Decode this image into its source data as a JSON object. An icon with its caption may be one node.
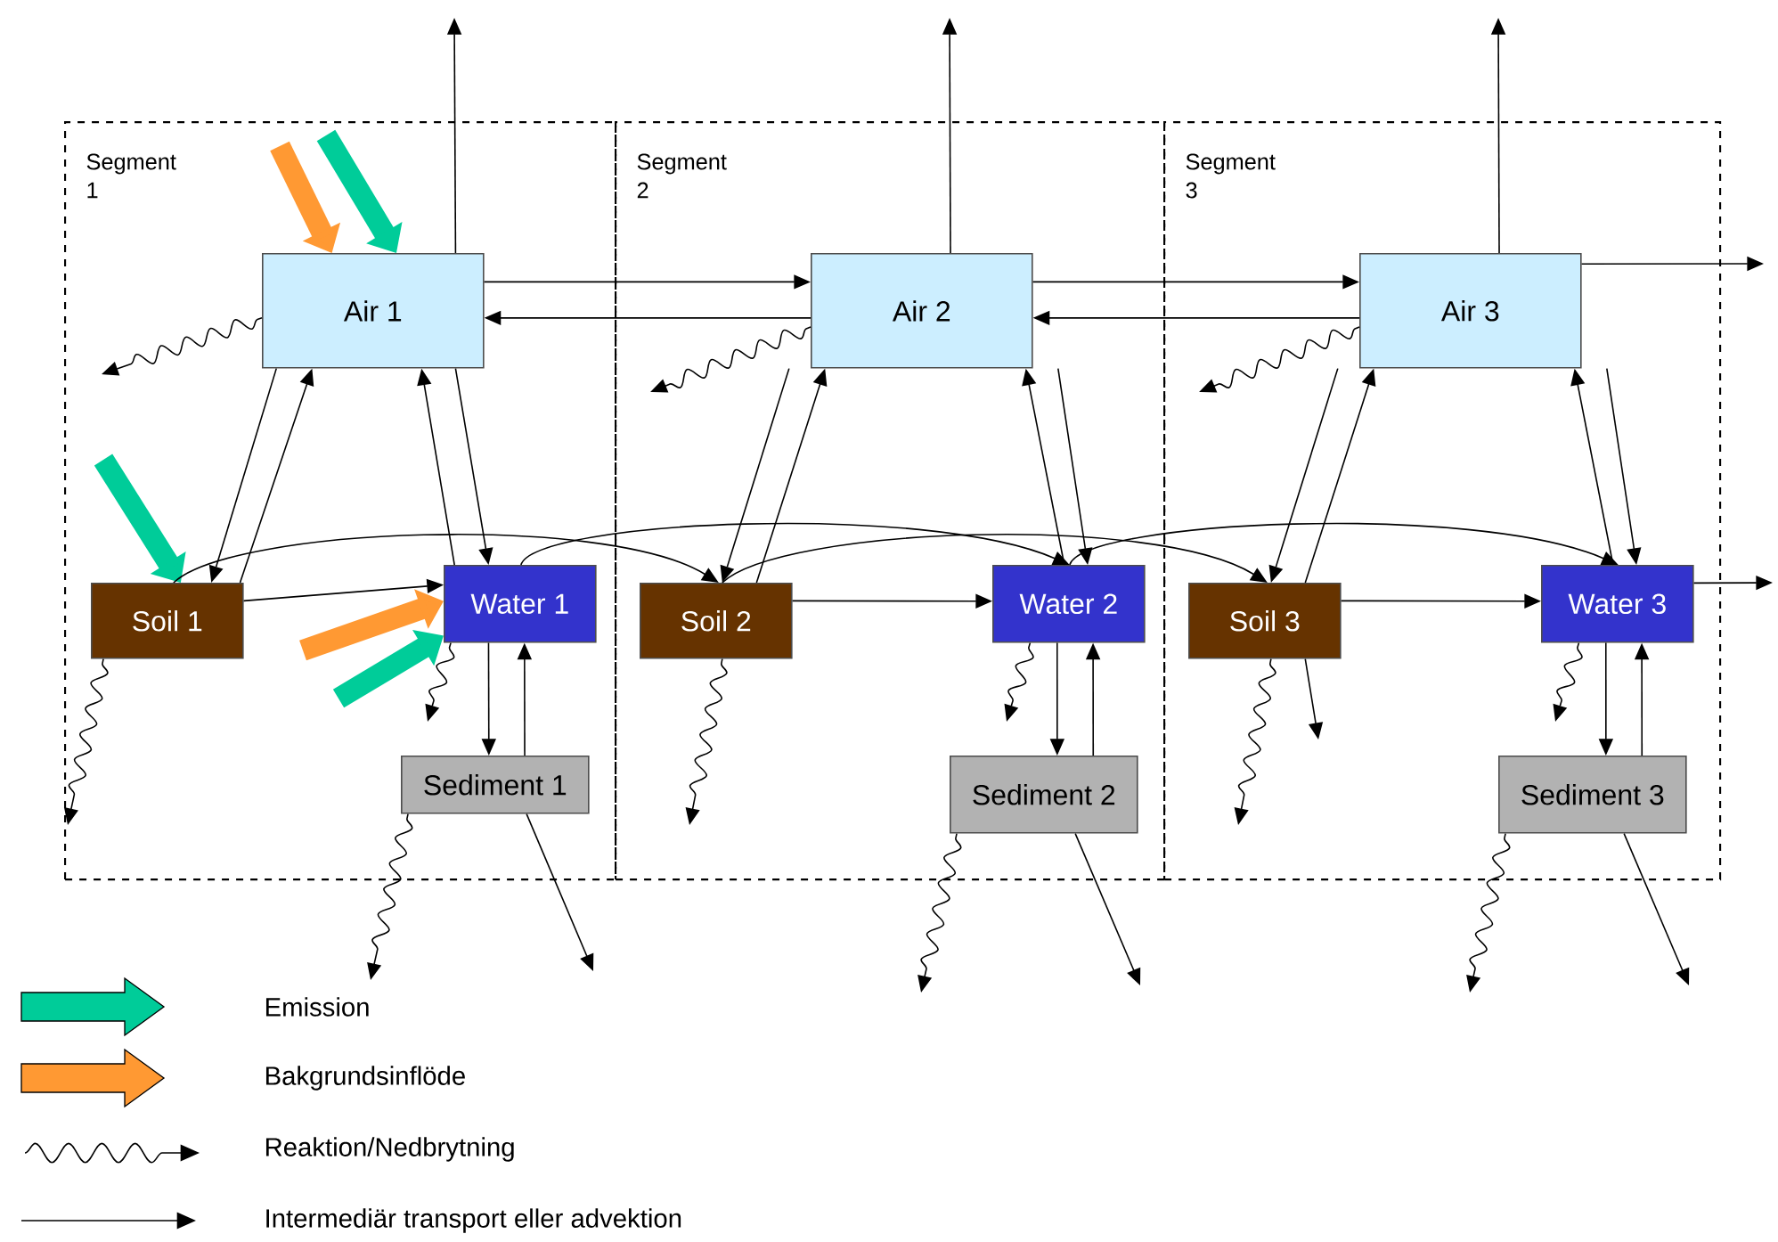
{
  "diagram": {
    "nodes": [
      {
        "text": [
          "Segment 1"
        ]
      },
      {
        "text": [
          "Segment 2"
        ]
      },
      {
        "text": [
          "Segment 3"
        ]
      },
      {
        "text": [
          "Air 1"
        ],
        "in": 0
      },
      {
        "text": [
          "Soil 1"
        ],
        "in": 0
      },
      {
        "text": [
          "Water 1"
        ],
        "in": 0
      },
      {
        "text": [
          "Sediment 1"
        ],
        "in": 0
      },
      {
        "text": [
          "Air 2"
        ],
        "in": 1
      },
      {
        "text": [
          "Soil 2"
        ],
        "in": 1
      },
      {
        "text": [
          "Water 2"
        ],
        "in": 1
      },
      {
        "text": [
          "Sediment 2"
        ],
        "in": 1
      },
      {
        "text": [
          "Air 3"
        ],
        "in": 2
      },
      {
        "text": [
          "Soil 3"
        ],
        "in": 2
      },
      {
        "text": [
          "Water 3"
        ],
        "in": 2
      },
      {
        "text": [
          "Sediment 3"
        ],
        "in": 2
      }
    ],
    "edges": [
      {
        "from": 3,
        "to": null,
        "arrow": "to"
      },
      {
        "from": 3,
        "to": null,
        "arrow": "to"
      },
      {
        "from": 3,
        "to": 4,
        "arrow": "to"
      },
      {
        "from": 4,
        "to": 3,
        "arrow": "to"
      },
      {
        "from": 3,
        "to": 5,
        "arrow": "to"
      },
      {
        "from": 5,
        "to": 3,
        "arrow": "to"
      },
      {
        "from": 4,
        "to": 5,
        "arrow": "to"
      },
      {
        "from": 5,
        "to": 6,
        "arrow": "to"
      },
      {
        "from": 6,
        "to": 5,
        "arrow": "to"
      },
      {
        "from": 5,
        "to": null,
        "arrow": "to"
      },
      {
        "from": 4,
        "to": null,
        "arrow": "to"
      },
      {
        "from": 6,
        "to": null,
        "arrow": "to"
      },
      {
        "from": 6,
        "to": null,
        "arrow": "to"
      },
      {
        "from": 7,
        "to": null,
        "arrow": "to"
      },
      {
        "from": 7,
        "to": null,
        "arrow": "to"
      },
      {
        "from": 7,
        "to": 8,
        "arrow": "to"
      },
      {
        "from": 8,
        "to": 7,
        "arrow": "to"
      },
      {
        "from": 7,
        "to": 9,
        "arrow": "to"
      },
      {
        "from": 9,
        "to": 7,
        "arrow": "to"
      },
      {
        "from": 8,
        "to": 9,
        "arrow": "to"
      },
      {
        "from": 9,
        "to": 10,
        "arrow": "to"
      },
      {
        "from": 10,
        "to": 9,
        "arrow": "to"
      },
      {
        "from": 9,
        "to": null,
        "arrow": "to"
      },
      {
        "from": 8,
        "to": null,
        "arrow": "to"
      },
      {
        "from": 10,
        "to": null,
        "arrow": "to"
      },
      {
        "from": 10,
        "to": null,
        "arrow": "to"
      },
      {
        "from": 11,
        "to": null,
        "arrow": "to"
      },
      {
        "from": 11,
        "to": null,
        "arrow": "to"
      },
      {
        "from": 11,
        "to": 12,
        "arrow": "to"
      },
      {
        "from": 12,
        "to": 11,
        "arrow": "to"
      },
      {
        "from": 11,
        "to": 13,
        "arrow": "to"
      },
      {
        "from": 13,
        "to": 11,
        "arrow": "to"
      },
      {
        "from": 12,
        "to": 13,
        "arrow": "to"
      },
      {
        "from": 13,
        "to": 14,
        "arrow": "to"
      },
      {
        "from": 14,
        "to": 13,
        "arrow": "to"
      },
      {
        "from": 13,
        "to": null,
        "arrow": "to"
      },
      {
        "from": 12,
        "to": null,
        "arrow": "to"
      },
      {
        "from": 14,
        "to": null,
        "arrow": "to"
      },
      {
        "from": 14,
        "to": null,
        "arrow": "to"
      },
      {
        "from": 12,
        "to": null,
        "arrow": "to"
      },
      {
        "from": null,
        "to": 3,
        "arrow": "to",
        "style": "thick",
        "color": "#ff9933"
      },
      {
        "from": null,
        "to": 3,
        "arrow": "to",
        "style": "thick",
        "color": "#00cc99"
      },
      {
        "from": null,
        "to": 4,
        "arrow": "to",
        "style": "thick",
        "color": "#00cc99"
      },
      {
        "from": null,
        "to": 5,
        "arrow": "to",
        "style": "thick",
        "color": "#ff9933"
      },
      {
        "from": null,
        "to": 5,
        "arrow": "to",
        "style": "thick",
        "color": "#00cc99"
      },
      {
        "from": 3,
        "to": 7,
        "arrow": "to"
      },
      {
        "from": 7,
        "to": 3,
        "arrow": "to"
      },
      {
        "from": 7,
        "to": 11,
        "arrow": "to"
      },
      {
        "from": 11,
        "to": 7,
        "arrow": "to"
      },
      {
        "from": 11,
        "to": null,
        "arrow": "to"
      },
      {
        "from": 13,
        "to": null,
        "arrow": "to"
      },
      {
        "from": 4,
        "to": 8,
        "arrow": "to"
      },
      {
        "from": 5,
        "to": 9,
        "arrow": "to"
      },
      {
        "from": 8,
        "to": 12,
        "arrow": "to"
      },
      {
        "from": 9,
        "to": 13,
        "arrow": "to"
      }
    ],
    "legend": [
      {
        "text": "Emission",
        "color": "#00cc99"
      },
      {
        "text": "Bakgrundsinflöde",
        "color": "#ff9933"
      },
      {
        "text": "Reaktion/Nedbrytning"
      },
      {
        "text": "Intermediär transport eller advektion"
      }
    ]
  }
}
